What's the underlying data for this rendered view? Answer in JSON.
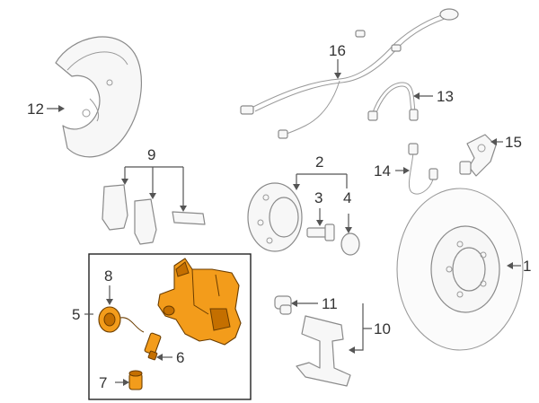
{
  "callouts": {
    "c1": "1",
    "c2": "2",
    "c3": "3",
    "c4": "4",
    "c5": "5",
    "c6": "6",
    "c7": "7",
    "c8": "8",
    "c9": "9",
    "c10": "10",
    "c11": "11",
    "c12": "12",
    "c13": "13",
    "c14": "14",
    "c15": "15",
    "c16": "16"
  },
  "colors": {
    "highlight": "#f39c1b",
    "outline": "#8a8a8a"
  }
}
